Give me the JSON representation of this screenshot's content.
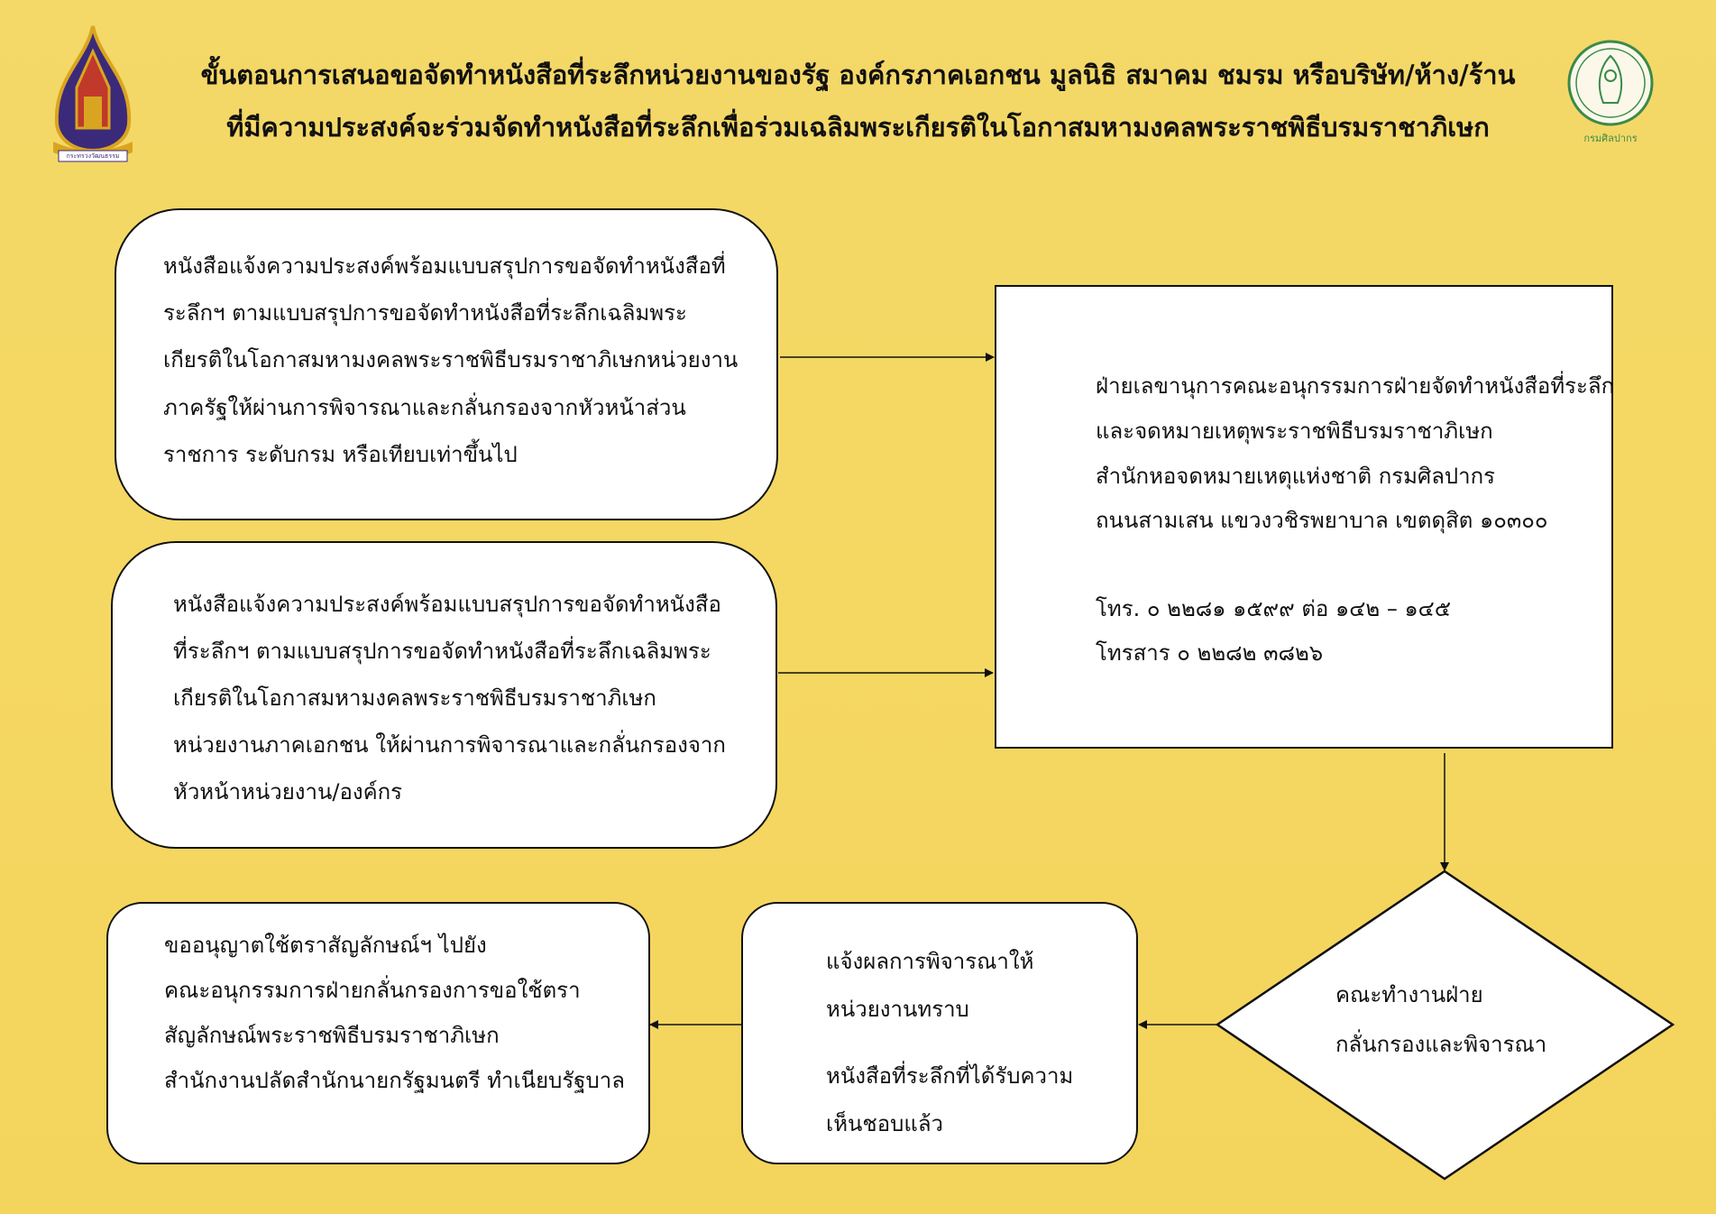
{
  "header": {
    "title_line1": "ขั้นตอนการเสนอขอจัดทำหนังสือที่ระลึกหน่วยงานของรัฐ องค์กรภาคเอกชน มูลนิธิ สมาคม ชมรม หรือบริษัท/ห้าง/ร้าน",
    "title_line2": "ที่มีความประสงค์จะร่วมจัดทำหนังสือที่ระลึกเพื่อร่วมเฉลิมพระเกียรติในโอกาสมหามงคลพระราชพิธีบรมราชาภิเษก",
    "right_logo_caption": "กรมศิลปากร",
    "left_logo_caption": "กระทรวงวัฒนธรรม"
  },
  "boxes": {
    "government": [
      "หนังสือแจ้งความประสงค์พร้อมแบบสรุปการขอจัดทำหนังสือที่",
      "ระลึกฯ ตามแบบสรุปการขอจัดทำหนังสือที่ระลึกเฉลิมพระ",
      "เกียรติในโอกาสมหามงคลพระราชพิธีบรมราชาภิเษกหน่วยงาน",
      "ภาครัฐให้ผ่านการพิจารณาและกลั่นกรองจากหัวหน้าส่วน",
      "ราชการ ระดับกรม หรือเทียบเท่าขึ้นไป"
    ],
    "private": [
      "หนังสือแจ้งความประสงค์พร้อมแบบสรุปการขอจัดทำหนังสือ",
      "ที่ระลึกฯ ตามแบบสรุปการขอจัดทำหนังสือที่ระลึกเฉลิมพระ",
      "เกียรติในโอกาสมหามงคลพระราชพิธีบรมราชาภิเษก",
      "หน่วยงานภาคเอกชน ให้ผ่านการพิจารณาและกลั่นกรองจาก",
      "หัวหน้าหน่วยงาน/องค์กร"
    ],
    "secretariat": [
      "ฝ่ายเลขานุการคณะอนุกรรมการฝ่ายจัดทำหนังสือที่ระลึก",
      "และจดหมายเหตุพระราชพิธีบรมราชาภิเษก",
      "สำนักหอจดหมายเหตุแห่งชาติ กรมศิลปากร",
      "ถนนสามเสน แขวงวชิรพยาบาล เขตดุสิต ๑๐๓๐๐",
      "โทร. ๐ ๒๒๘๑ ๑๕๙๙ ต่อ ๑๔๒ – ๑๔๕",
      "โทรสาร ๐ ๒๒๘๒ ๓๘๒๖"
    ],
    "decision": [
      "คณะทำงานฝ่าย",
      "กลั่นกรองและพิจารณา"
    ],
    "notify": [
      "แจ้งผลการพิจารณาให้",
      "หน่วยงานทราบ",
      "หนังสือที่ระลึกที่ได้รับความ",
      "เห็นชอบแล้ว"
    ],
    "emblem_request": [
      "ขออนุญาตใช้ตราสัญลักษณ์ฯ ไปยัง",
      "คณะอนุกรรมการฝ่ายกลั่นกรองการขอใช้ตรา",
      "สัญลักษณ์พระราชพิธีบรมราชาภิเษก",
      "สำนักงานปลัดสำนักนายกรัฐมนตรี ทำเนียบรัฐบาล"
    ]
  },
  "colors": {
    "background": "#f5d862",
    "box": "#ffffff",
    "line": "#111111",
    "seal_green": "#3a8a4a",
    "logo_purple": "#3b2a7a",
    "logo_gold": "#d9a520"
  }
}
